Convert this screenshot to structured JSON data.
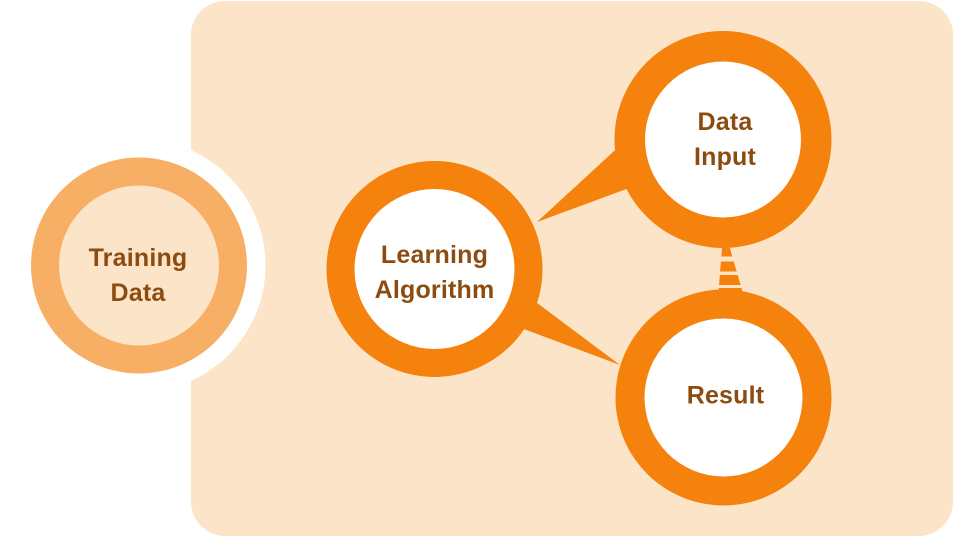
{
  "colors": {
    "page_bg": "#ffffff",
    "panel": "#FCE4C8",
    "accent": "#F5820D",
    "light_accent": "#F7AF65",
    "node_fill": "#ffffff",
    "label": "#8C4C11"
  },
  "nodes": {
    "training": {
      "line1": "Training",
      "line2": "Data"
    },
    "algorithm": {
      "line1": "Learning",
      "line2": "Algorithm"
    },
    "input": {
      "line1": "Data",
      "line2": "Input"
    },
    "result": {
      "line1": "Result"
    }
  }
}
